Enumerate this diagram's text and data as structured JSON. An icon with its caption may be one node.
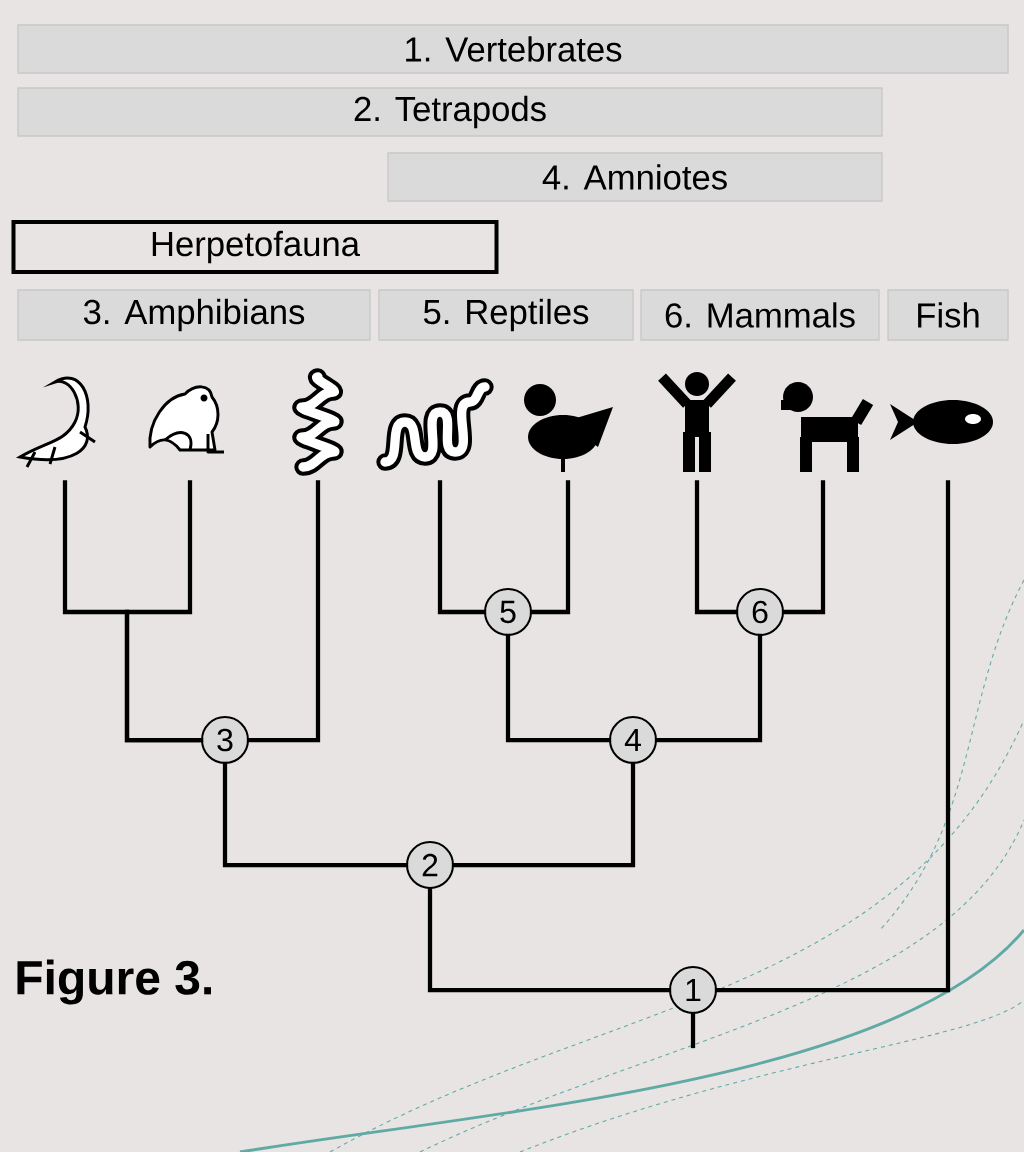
{
  "diagram": {
    "nodes": [
      {
        "text": [
          "1. Vertebrates"
        ]
      },
      {
        "text": [
          "2. Tetrapods"
        ]
      },
      {
        "text": [
          "4. Amniotes"
        ]
      },
      {
        "text": [
          "Herpetofauna"
        ]
      },
      {
        "text": [
          "3. Amphibians"
        ]
      },
      {
        "text": [
          "5. Reptiles"
        ]
      },
      {
        "text": [
          "6. Mammals"
        ]
      },
      {
        "text": [
          "Fish"
        ]
      },
      {
        "text": [],
        "shape": "picture"
      },
      {
        "text": [],
        "shape": "picture"
      },
      {
        "text": [],
        "shape": "picture"
      },
      {
        "text": [],
        "shape": "picture"
      },
      {
        "text": [],
        "shape": "picture"
      },
      {
        "text": [],
        "shape": "picture"
      },
      {
        "text": [],
        "shape": "picture"
      },
      {
        "text": [],
        "shape": "picture"
      },
      {
        "text": [
          "1"
        ]
      },
      {
        "text": [
          "2"
        ]
      },
      {
        "text": [
          "3"
        ]
      },
      {
        "text": [
          "4"
        ]
      },
      {
        "text": [
          "5"
        ]
      },
      {
        "text": [
          "6"
        ]
      }
    ],
    "edges": [
      {
        "from": null,
        "to": 16,
        "arrow": "none"
      },
      {
        "from": 16,
        "to": 17,
        "arrow": "none"
      },
      {
        "from": 16,
        "to": 15,
        "arrow": "none"
      },
      {
        "from": 17,
        "to": 18,
        "arrow": "none"
      },
      {
        "from": 17,
        "to": 19,
        "arrow": "none"
      },
      {
        "from": 18,
        "to": 8,
        "arrow": "none"
      },
      {
        "from": 18,
        "to": 9,
        "arrow": "none"
      },
      {
        "from": 18,
        "to": 10,
        "arrow": "none"
      },
      {
        "from": 19,
        "to": 20,
        "arrow": "none"
      },
      {
        "from": 19,
        "to": 21,
        "arrow": "none"
      },
      {
        "from": 20,
        "to": 11,
        "arrow": "none"
      },
      {
        "from": 20,
        "to": 12,
        "arrow": "none"
      },
      {
        "from": 21,
        "to": 13,
        "arrow": "none"
      },
      {
        "from": 21,
        "to": 14,
        "arrow": "none"
      }
    ],
    "labels": [
      "Figure 3."
    ]
  }
}
